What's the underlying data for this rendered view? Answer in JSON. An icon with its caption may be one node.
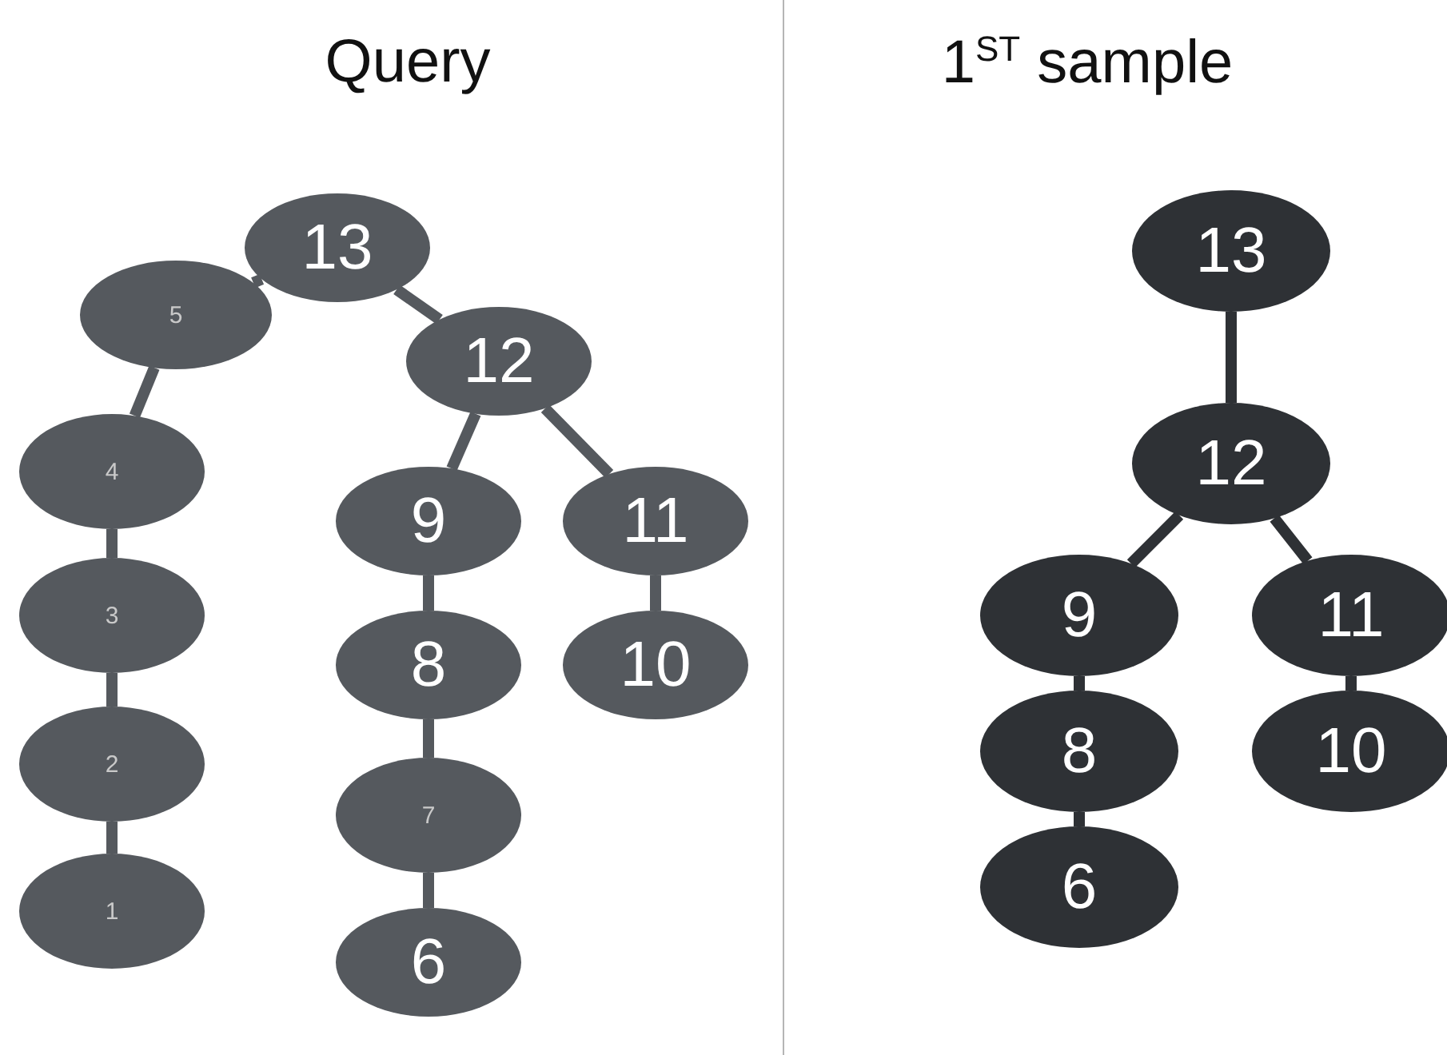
{
  "diagram": {
    "nodes": [
      {
        "text": [
          "13"
        ]
      },
      {
        "text": [
          "5"
        ]
      },
      {
        "text": [
          "12"
        ]
      },
      {
        "text": [
          "4"
        ]
      },
      {
        "text": [
          "9"
        ]
      },
      {
        "text": [
          "11"
        ]
      },
      {
        "text": [
          "3"
        ]
      },
      {
        "text": [
          "8"
        ]
      },
      {
        "text": [
          "10"
        ]
      },
      {
        "text": [
          "2"
        ]
      },
      {
        "text": [
          "7"
        ]
      },
      {
        "text": [
          "1"
        ]
      },
      {
        "text": [
          "6"
        ]
      },
      {
        "text": [
          "13"
        ]
      },
      {
        "text": [
          "12"
        ]
      },
      {
        "text": [
          "9"
        ]
      },
      {
        "text": [
          "11"
        ]
      },
      {
        "text": [
          "8"
        ]
      },
      {
        "text": [
          "10"
        ]
      },
      {
        "text": [
          "6"
        ]
      }
    ],
    "edges": [
      {
        "from": 0,
        "to": 1,
        "arrow": "none"
      },
      {
        "from": 0,
        "to": 2,
        "arrow": "none"
      },
      {
        "from": 1,
        "to": 3,
        "arrow": "none"
      },
      {
        "from": 3,
        "to": 6,
        "arrow": "none"
      },
      {
        "from": 6,
        "to": 9,
        "arrow": "none"
      },
      {
        "from": 9,
        "to": 11,
        "arrow": "none"
      },
      {
        "from": 2,
        "to": 4,
        "arrow": "none"
      },
      {
        "from": 2,
        "to": 5,
        "arrow": "none"
      },
      {
        "from": 4,
        "to": 7,
        "arrow": "none"
      },
      {
        "from": 7,
        "to": 10,
        "arrow": "none"
      },
      {
        "from": 10,
        "to": 12,
        "arrow": "none"
      },
      {
        "from": 5,
        "to": 8,
        "arrow": "none"
      },
      {
        "from": 13,
        "to": 14,
        "arrow": "none"
      },
      {
        "from": 14,
        "to": 15,
        "arrow": "none"
      },
      {
        "from": 14,
        "to": 16,
        "arrow": "none"
      },
      {
        "from": 15,
        "to": 17,
        "arrow": "none"
      },
      {
        "from": 17,
        "to": 19,
        "arrow": "none"
      },
      {
        "from": 16,
        "to": 18,
        "arrow": "none"
      }
    ],
    "labels": [
      "Query",
      "1$^{ST}$ sample"
    ]
  }
}
